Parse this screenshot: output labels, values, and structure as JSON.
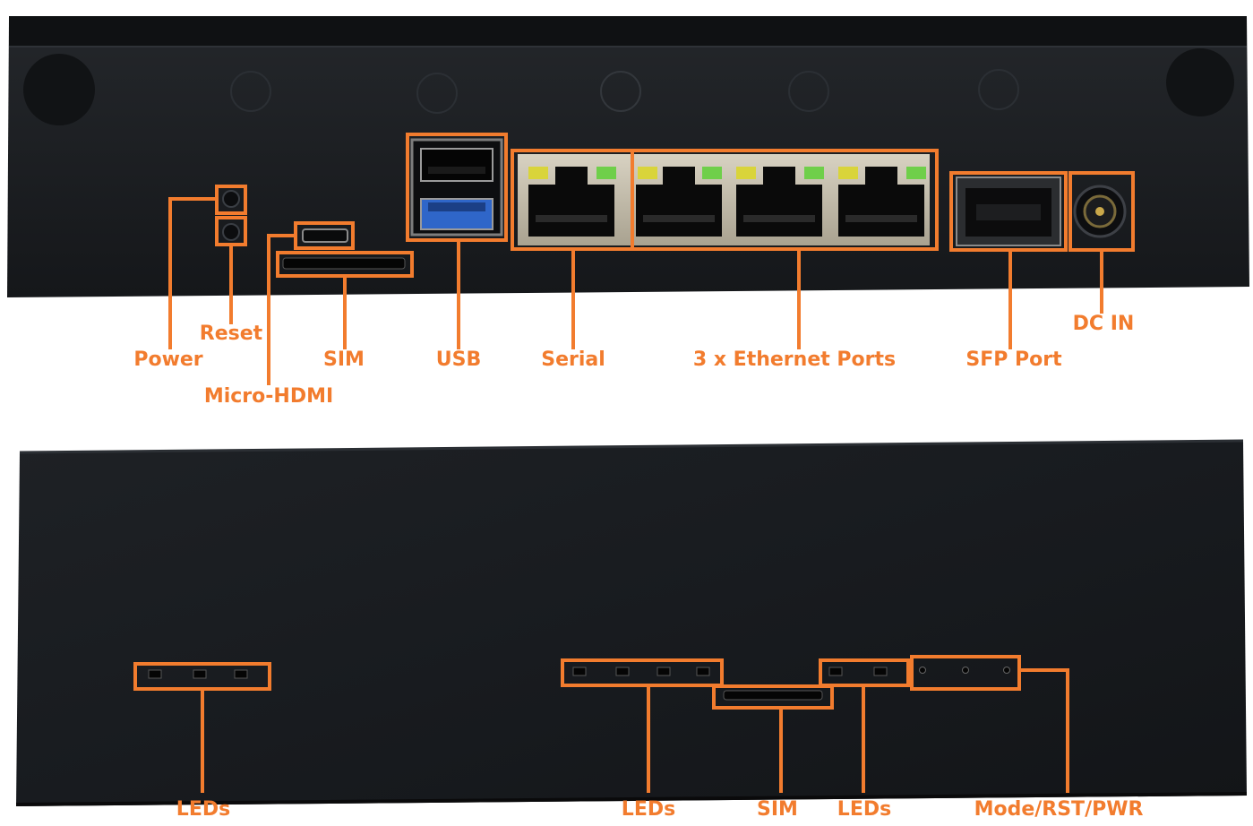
{
  "colors": {
    "callout": "#F27C2E",
    "chassis": "#1a1c1f",
    "chassis_edge": "#0b0c0e",
    "led_yellow": "#d9d43a",
    "led_green": "#6fcf4a",
    "usb3_blue": "#2f66c9",
    "port_metal": "#c9c2b0"
  },
  "rear_panel": {
    "labels": {
      "power": "Power",
      "reset": "Reset",
      "micro_hdmi": "Micro-HDMI",
      "sim": "SIM",
      "usb": "USB",
      "serial": "Serial",
      "ethernet": "3 x Ethernet Ports",
      "sfp": "SFP Port",
      "dc_in": "DC IN"
    }
  },
  "front_panel": {
    "labels": {
      "leds_left": "LEDs",
      "leds_center": "LEDs",
      "sim": "SIM",
      "leds_right": "LEDs",
      "mode_rst_pwr": "Mode/RST/PWR"
    }
  }
}
